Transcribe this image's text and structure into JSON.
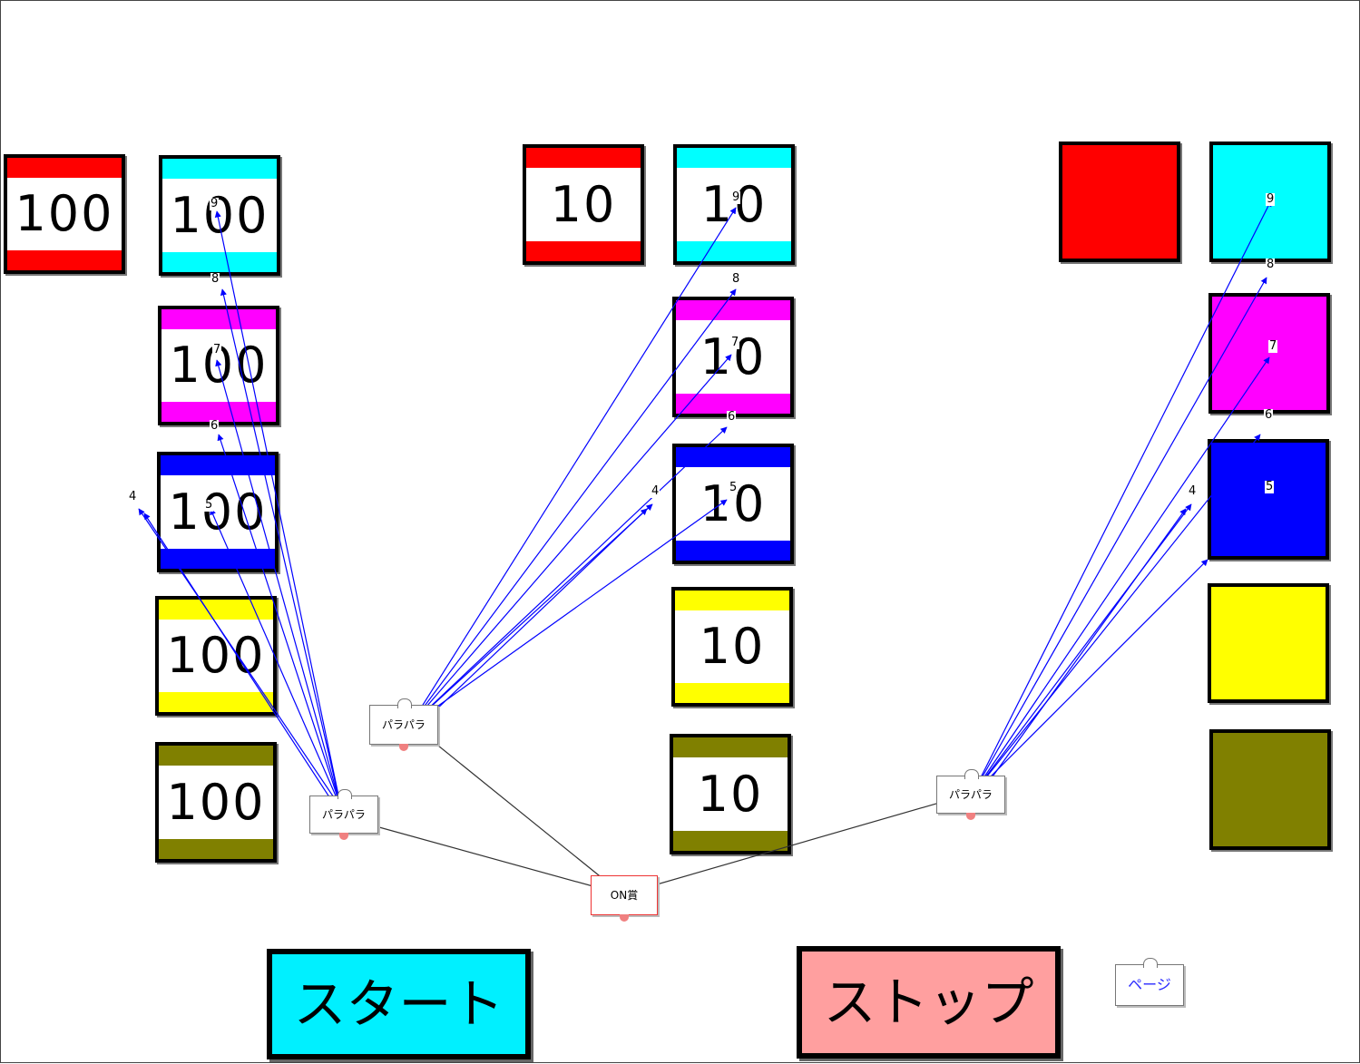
{
  "colors": {
    "red": "#ff0000",
    "cyan": "#00ffff",
    "magenta": "#ff00ff",
    "blue": "#0000ff",
    "yellow": "#ffff00",
    "olive": "#808000",
    "wire_blue": "#0000ff",
    "wire_black": "#333333",
    "start_bg": "#00f0ff",
    "stop_bg": "#ff9f9f"
  },
  "groups": {
    "g100": {
      "ref_value": "100",
      "cards": [
        {
          "value": "100",
          "color": "cyan",
          "tag": "9"
        },
        {
          "value": "100",
          "color": "magenta",
          "tag": "7"
        },
        {
          "value": "100",
          "color": "blue",
          "tag": "5"
        },
        {
          "value": "100",
          "color": "yellow"
        },
        {
          "value": "100",
          "color": "olive"
        }
      ],
      "side_tags": [
        "8",
        "6",
        "4"
      ],
      "node_label": "パラパラ"
    },
    "g10": {
      "ref_value": "10",
      "cards": [
        {
          "value": "10",
          "color": "cyan",
          "tag": "9"
        },
        {
          "value": "10",
          "color": "magenta",
          "tag": "7"
        },
        {
          "value": "10",
          "color": "blue",
          "tag": "5"
        },
        {
          "value": "10",
          "color": "yellow"
        },
        {
          "value": "10",
          "color": "olive"
        }
      ],
      "side_tags": [
        "8",
        "6",
        "4"
      ],
      "node_label": "パラパラ"
    },
    "g1": {
      "cards": [
        {
          "color": "cyan",
          "tag": "9"
        },
        {
          "color": "magenta",
          "tag": "7"
        },
        {
          "color": "blue",
          "tag": "5"
        },
        {
          "color": "yellow"
        },
        {
          "color": "olive"
        }
      ],
      "side_tags": [
        "8",
        "6",
        "4"
      ],
      "node_label": "パラパラ"
    }
  },
  "on_node": {
    "label": "ON賞"
  },
  "buttons": {
    "start": "スタート",
    "stop": "ストップ",
    "page": "ページ"
  }
}
